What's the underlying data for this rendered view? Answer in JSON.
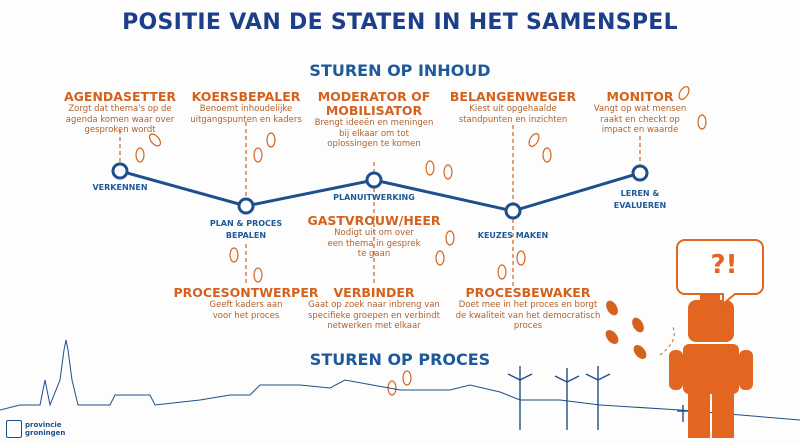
{
  "title": "POSITIE VAN DE STATEN IN HET SAMENSPEL",
  "top_heading": "STUREN OP INHOUD",
  "bottom_heading": "STUREN OP PROCES",
  "colors": {
    "blue": "#1d4f8c",
    "orange": "#d4621c"
  },
  "stages": [
    {
      "label": "VERKENNEN"
    },
    {
      "label": "PLAN & PROCES BEPALEN"
    },
    {
      "label": "PLANUITWERKING"
    },
    {
      "label": "KEUZES MAKEN"
    },
    {
      "label": "LEREN & EVALUEREN"
    }
  ],
  "top_roles": [
    {
      "name": "AGENDASETTER",
      "desc": "Zorgt dat thema's op de agenda komen waar over gesproken wordt"
    },
    {
      "name": "KOERSBEPALER",
      "desc": "Benoemt inhoudelijke uitgangspunten en kaders"
    },
    {
      "name": "MODERATOR OF MOBILISATOR",
      "desc": "Brengt ideeën en meningen bij elkaar om tot oplossingen te komen"
    },
    {
      "name": "BELANGENWEGER",
      "desc": "Kiest uit opgehaalde standpunten en inzichten"
    },
    {
      "name": "MONITOR",
      "desc": "Vangt op wat mensen raakt en checkt op impact en waarde"
    }
  ],
  "bottom_roles": [
    {
      "name": "GASTVROUW/HEER",
      "desc": "Nodigt uit om over een thema in gesprek te gaan"
    },
    {
      "name": "PROCESONTWERPER",
      "desc": "Geeft kaders aan voor het proces"
    },
    {
      "name": "VERBINDER",
      "desc": "Gaat op zoek naar inbreng van specifieke groepen en verbindt netwerken met elkaar"
    },
    {
      "name": "PROCESBEWAKER",
      "desc": "Doet mee in het proces en borgt de kwaliteit van het democratisch proces"
    }
  ],
  "speech_bubble": "?!",
  "logo": {
    "line1": "provincie",
    "line2": "groningen"
  }
}
